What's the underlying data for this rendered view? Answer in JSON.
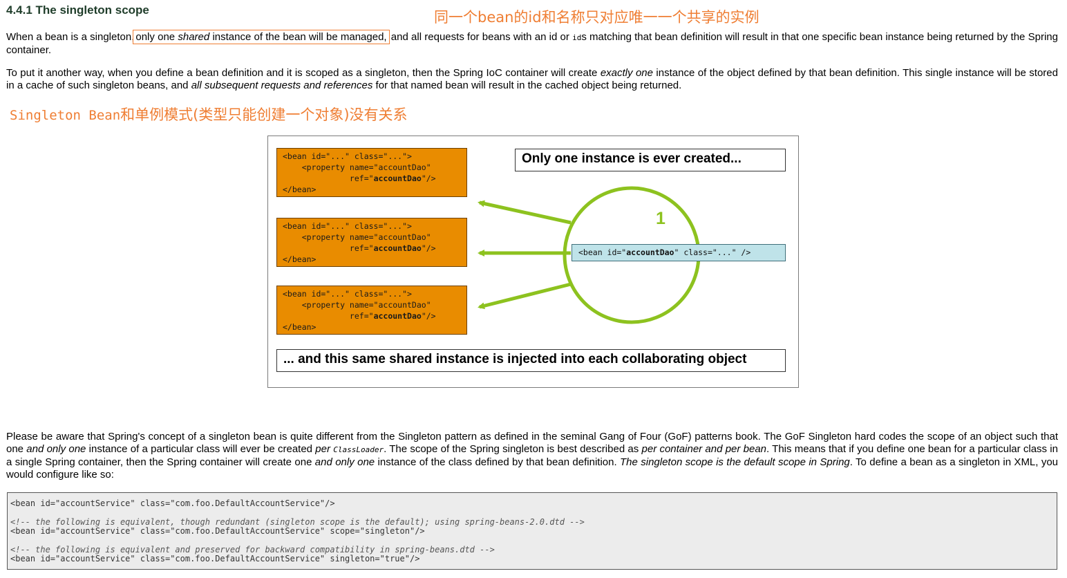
{
  "heading": "4.4.1 The singleton scope",
  "annotations": {
    "top_note": "同一个bean的id和名称只对应唯一一个共享的实例",
    "middle_note_code": "Singleton Bean",
    "middle_note_text": "和单例模式(类型只能创建一个对象)没有关系"
  },
  "para1": {
    "before": "When a bean is a singleton,",
    "boxed_a": "only one ",
    "boxed_em": "shared",
    "boxed_b": " instance of the bean will be managed,",
    "mid": " and all requests for beans with an id or ",
    "code": "id",
    "after": "s matching that bean definition will result in that one specific bean instance being returned by the Spring container."
  },
  "para2": {
    "a": "To put it another way, when you define a bean definition and it is scoped as a singleton, then the Spring IoC container will create ",
    "em1": "exactly one",
    "b": " instance of the object defined by that bean definition. This single instance will be stored in a cache of such singleton beans, and ",
    "em2": "all subsequent requests and references",
    "c": " for that named bean will result in the cached object being returned."
  },
  "diagram": {
    "top_label": "Only one instance is ever created...",
    "bottom_label": "... and this same shared instance is injected into each collaborating object",
    "count": "1",
    "bean_line1": "<bean id=\"...\" class=\"...\">",
    "bean_line2": "    <property name=\"accountDao\"",
    "bean_line3_pre": "              ref=\"",
    "bean_line3_ref": "accountDao",
    "bean_line3_post": "\"/>",
    "bean_line4": "</bean>",
    "shared_pre": "<bean id=\"",
    "shared_id": "accountDao",
    "shared_post": "\" class=\"...\" />",
    "colors": {
      "bean_fill": "#e98c00",
      "shared_fill": "#bfe3e9",
      "accent": "#8dc21f"
    }
  },
  "para3": {
    "a": "Please be aware that Spring's concept of a singleton bean is quite different from the Singleton pattern as defined in the seminal Gang of Four (GoF) patterns book. The GoF Singleton hard codes the scope of an object such that one ",
    "em1": "and only one",
    "b": " instance of a particular class will ever be created ",
    "em2": "per ",
    "code": "ClassLoader",
    "c": ". The scope of the Spring singleton is best described as ",
    "em3": "per container and per bean",
    "d": ". This means that if you define one bean for a particular class in a single Spring container, then the Spring container will create one ",
    "em4": "and only one",
    "e": " instance of the class defined by that bean definition. ",
    "em5": "The singleton scope is the default scope in Spring",
    "f": ". To define a bean as a singleton in XML, you would configure like so:"
  },
  "code": {
    "line1": "<bean id=\"accountService\" class=\"com.foo.DefaultAccountService\"/>",
    "comment1": "<!-- the following is equivalent, though redundant (singleton scope is the default); using spring-beans-2.0.dtd -->",
    "line2": "<bean id=\"accountService\" class=\"com.foo.DefaultAccountService\" scope=\"singleton\"/>",
    "comment2": "<!-- the following is equivalent and preserved for backward compatibility in spring-beans.dtd -->",
    "line3": "<bean id=\"accountService\" class=\"com.foo.DefaultAccountService\" singleton=\"true\"/>"
  }
}
